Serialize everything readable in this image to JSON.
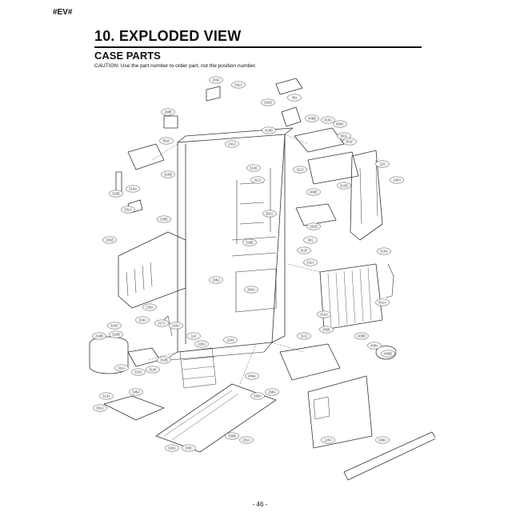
{
  "header_mark": "#EV#",
  "section_title": "10. EXPLODED VIEW",
  "subtitle": "CASE PARTS",
  "caution": "CAUTION: Use the part number to order part, not the position number.",
  "page_number": "- 46 -",
  "callouts": [
    "103A",
    "281A",
    "281B",
    "301",
    "160B",
    "501F",
    "409B",
    "410A",
    "409C",
    "501L",
    "501F",
    "312J",
    "312K",
    "241A",
    "312J",
    "310B",
    "318E",
    "410B",
    "409E",
    "312D",
    "115",
    "145A",
    "281C",
    "281B",
    "301",
    "312F",
    "319A",
    "331A",
    "328E",
    "281B",
    "318E",
    "331A",
    "106A",
    "135A",
    "316A",
    "317A",
    "320A",
    "318C",
    "318B",
    "319B",
    "311A",
    "315C",
    "345A",
    "301A",
    "313A",
    "313B",
    "312K",
    "114",
    "119A",
    "220A",
    "406A",
    "330A",
    "330B",
    "329A",
    "330C",
    "151A",
    "158A",
    "120A",
    "346A",
    "312J",
    "405B",
    "409A",
    "409B",
    "314A",
    "501A",
    "316A",
    "282E",
    "283A"
  ]
}
